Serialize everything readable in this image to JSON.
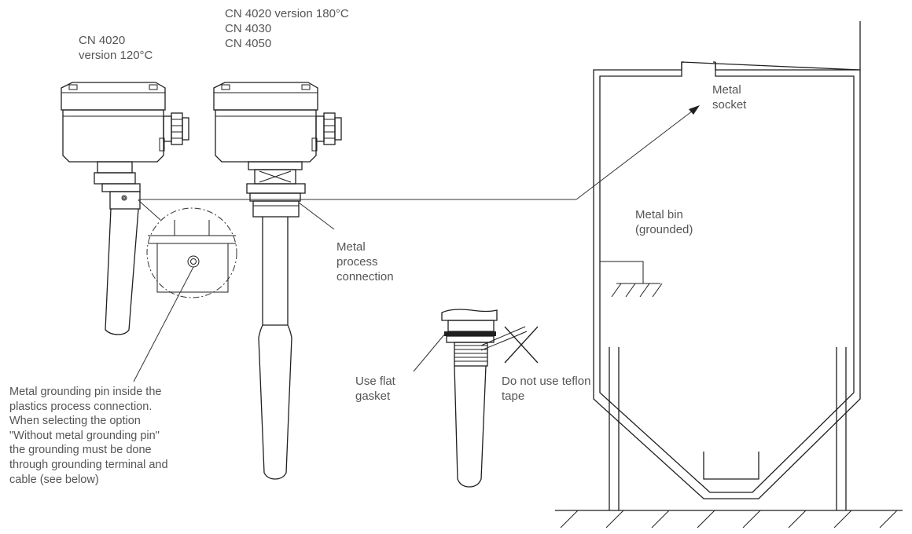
{
  "labels": {
    "left_model": "CN 4020\nversion 120°C",
    "right_models": "CN 4020  version 180°C\nCN 4030\nCN 4050",
    "metal_socket": "Metal\nsocket",
    "metal_bin": "Metal bin\n(grounded)",
    "metal_process_connection": "Metal\nprocess\nconnection",
    "grounding_pin_note": "Metal grounding pin inside the\nplastics process connection.\nWhen selecting the option\n\"Without metal grounding pin\"\nthe grounding must be done\nthrough grounding terminal and\ncable (see below)",
    "use_flat_gasket": "Use flat\ngasket",
    "no_teflon_tape": "Do not use teflon\ntape"
  },
  "colors": {
    "line": "#1f1f1f",
    "text": "#555555",
    "background": "#ffffff"
  }
}
